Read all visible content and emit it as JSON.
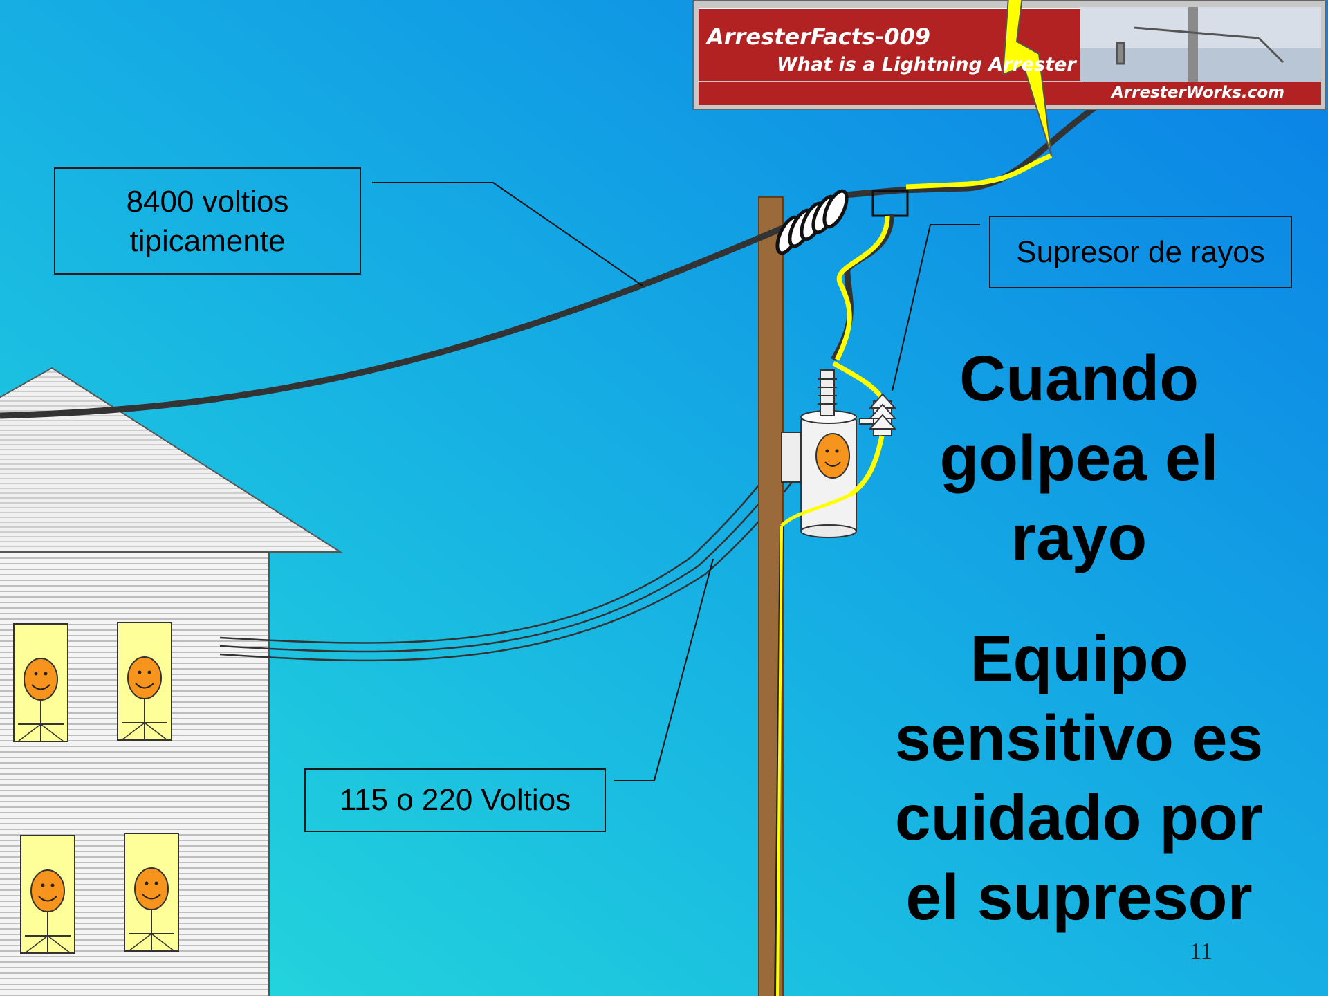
{
  "callouts": {
    "voltage_high": "8400 voltios tipicamente",
    "arrester": "Supresor de rayos",
    "voltage_low": "115 o 220 Voltios"
  },
  "headings": {
    "strike": "Cuando golpea el rayo",
    "protected": "Equipo sensitivo es cuidado por el supresor"
  },
  "banner": {
    "title": "ArresterFacts-009",
    "subtitle": "What is a Lightning Arrester",
    "site": "ArresterWorks.com"
  },
  "page_number": "11",
  "colors": {
    "sky_top": "#0b8ae0",
    "sky_bottom": "#22d6dc",
    "pole": "#9a6a3a",
    "line": "#2f2f2f",
    "lightning": "#ffff00",
    "face": "#f7941d",
    "window": "#ffff99",
    "banner_red": "#b22222"
  },
  "icons": [
    "lightning-bolt-icon",
    "smiley-face-icon",
    "insulator-icon",
    "transformer-icon",
    "surge-arrester-icon"
  ]
}
